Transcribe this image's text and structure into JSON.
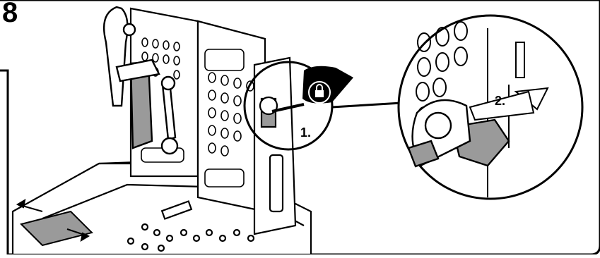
{
  "step": {
    "number": "8"
  },
  "callouts": {
    "first": "1.",
    "second": "2."
  },
  "icons": {
    "lock": "padlock-icon",
    "hand": "pointing-hand-icon"
  },
  "colors": {
    "line": "#000000",
    "fill": "#ffffff",
    "shade": "#9a9a9a"
  }
}
